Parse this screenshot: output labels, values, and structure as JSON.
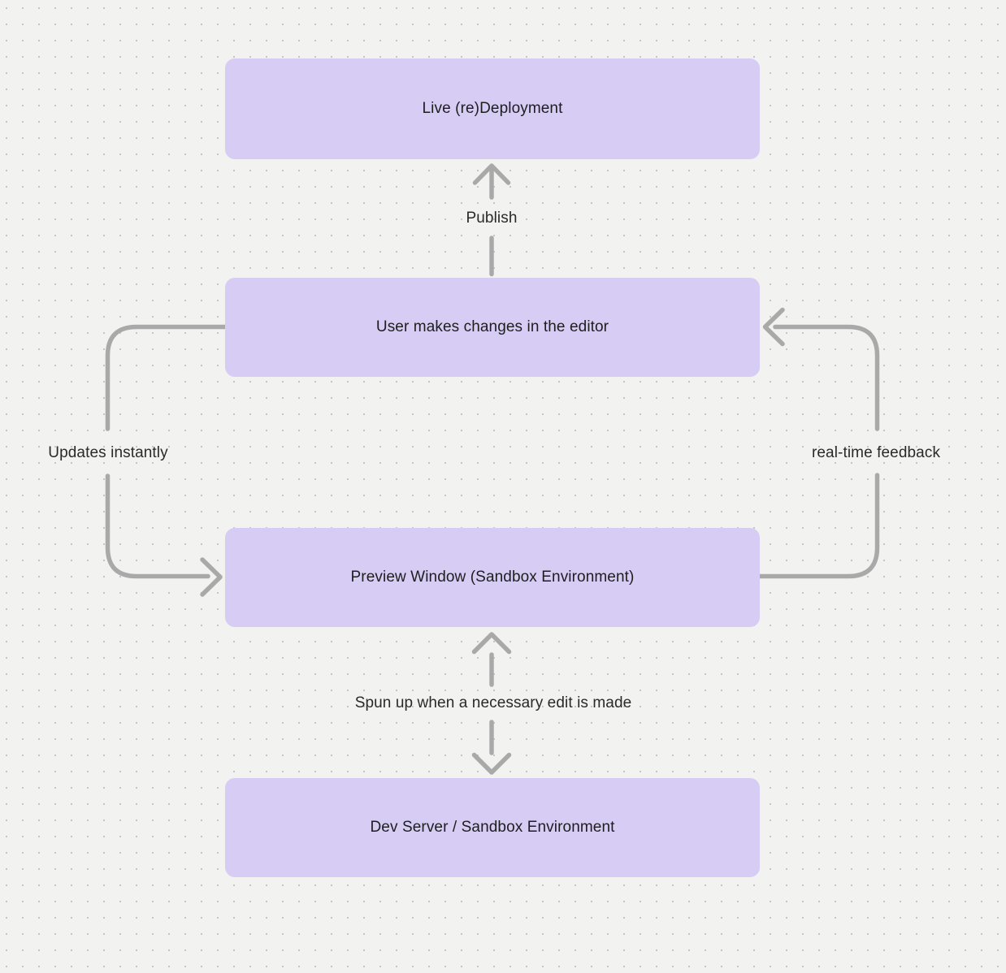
{
  "canvas": {
    "background_color": "#f2f2f1",
    "dot_grid_color": "#c6c6c6",
    "node_fill_color": "#d7ccf4",
    "node_text_color": "#1e1e1f",
    "arrow_color": "#a9a9a9",
    "edge_label_color": "#2a2a2a"
  },
  "diagram": {
    "nodes": [
      {
        "id": "live-redeployment",
        "label": "Live (re)Deployment"
      },
      {
        "id": "user-editor",
        "label": "User makes changes in the editor"
      },
      {
        "id": "preview-window",
        "label": "Preview Window (Sandbox Environment)"
      },
      {
        "id": "dev-server",
        "label": "Dev Server / Sandbox Environment"
      }
    ],
    "edges": [
      {
        "id": "publish",
        "label": "Publish",
        "from": "user-editor",
        "to": "live-redeployment",
        "style": "straight-up-arrow"
      },
      {
        "id": "updates-instantly",
        "label": "Updates instantly",
        "from": "user-editor",
        "to": "preview-window",
        "style": "left-side-loop"
      },
      {
        "id": "real-time-feedback",
        "label": "real-time feedback",
        "from": "preview-window",
        "to": "user-editor",
        "style": "right-side-loop"
      },
      {
        "id": "spun-up",
        "label": "Spun up when a necessary edit is made",
        "from": "preview-window",
        "to": "dev-server",
        "style": "bidirectional-vertical"
      }
    ]
  }
}
